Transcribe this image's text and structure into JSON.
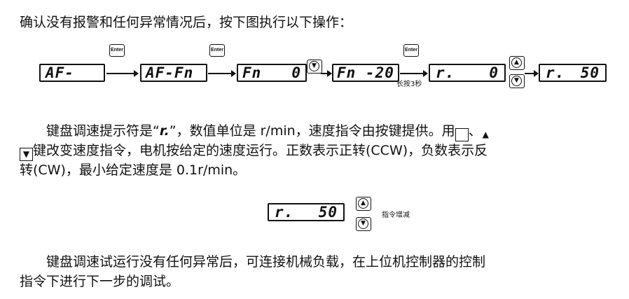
{
  "intro": "确认没有报警和任何异常情况后，按下图执行以下操作：",
  "sequence": {
    "d1": "AF-",
    "d2": "AF-Fn",
    "d3_left": "Fn",
    "d3_right": "0",
    "d4": "Fn -20",
    "d5_left": "r.",
    "d5_right": "0",
    "d6_left": "r.",
    "d6_right": "50",
    "enter_label": "Enter",
    "hold_note": "长按3秒"
  },
  "keys": {
    "up": "▲",
    "down": "▼"
  },
  "para1": {
    "line1_a": "键盘调速提示符是“",
    "line1_sym": "r.",
    "line1_b": "”，数值单位是 r/min，速度指令由按键提供。用",
    "line1_c": "、",
    "line2": "键改变速度指令，电机按给定的速度运行。正数表示正转(CCW)，负数表示反",
    "line3": "转(CW)，最小给定速度是 0.1r/min。"
  },
  "example": {
    "left": "r.",
    "right": "50",
    "label": "指令增减"
  },
  "para2": {
    "line1": "键盘调速试运行没有任何异常后，可连接机械负载，在上位机控制器的控制",
    "line2": "指令下进行下一步的调试。"
  }
}
